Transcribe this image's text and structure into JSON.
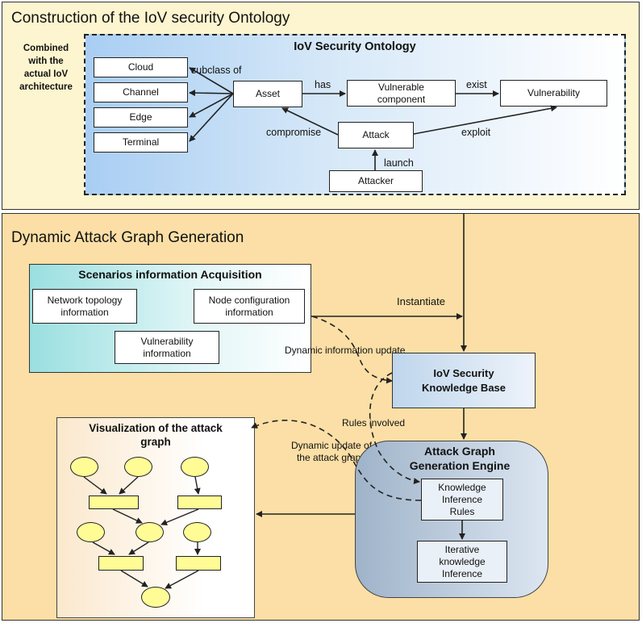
{
  "section1": {
    "title": "Construction of the IoV security Ontology",
    "side_note": [
      "Combined",
      "with the",
      "actual IoV",
      "architecture"
    ],
    "ontology": {
      "title": "IoV Security Ontology",
      "nodes": {
        "cloud": "Cloud",
        "channel": "Channel",
        "edge": "Edge",
        "terminal": "Terminal",
        "asset": "Asset",
        "vulnerable_component": [
          "Vulnerable",
          "component"
        ],
        "vulnerability": "Vulnerability",
        "attack": "Attack",
        "attacker": "Attacker"
      },
      "relations": {
        "subclass_of": "subclass of",
        "has": "has",
        "exist": "exist",
        "compromise": "compromise",
        "exploit": "exploit",
        "launch": "launch"
      }
    }
  },
  "section2": {
    "title": "Dynamic Attack Graph Generation",
    "scenarios": {
      "title": "Scenarios information Acquisition",
      "network_topology": [
        "Network topology",
        "information"
      ],
      "node_configuration": [
        "Node configuration",
        "information"
      ],
      "vulnerability_info": [
        "Vulnerability",
        "information"
      ]
    },
    "instantiate": "Instantiate",
    "dynamic_info_update": "Dynamic information update",
    "knowledge_base": [
      "IoV Security",
      "Knowledge Base"
    ],
    "rules_involved": "Rules involved",
    "dynamic_update_graph": [
      "Dynamic update of",
      "the attack graph"
    ],
    "visualization": {
      "title": [
        "Visualization of the attack",
        "graph"
      ]
    },
    "engine": {
      "title": [
        "Attack Graph",
        "Generation Engine"
      ],
      "inference_rules": [
        "Knowledge",
        "Inference",
        "Rules"
      ],
      "iterative": [
        "Iterative",
        "knowledge",
        "Inference"
      ]
    }
  },
  "colors": {
    "panel1_bg": "#fdf5cf",
    "panel2_bg": "#fbdfa6",
    "ontology_gradient": "#a9cef3",
    "scenario_gradient": "#9adfe0",
    "knowledge_base": "#bfd6ec",
    "engine": "#9fb3c9",
    "graph_node": "#fffc96"
  }
}
